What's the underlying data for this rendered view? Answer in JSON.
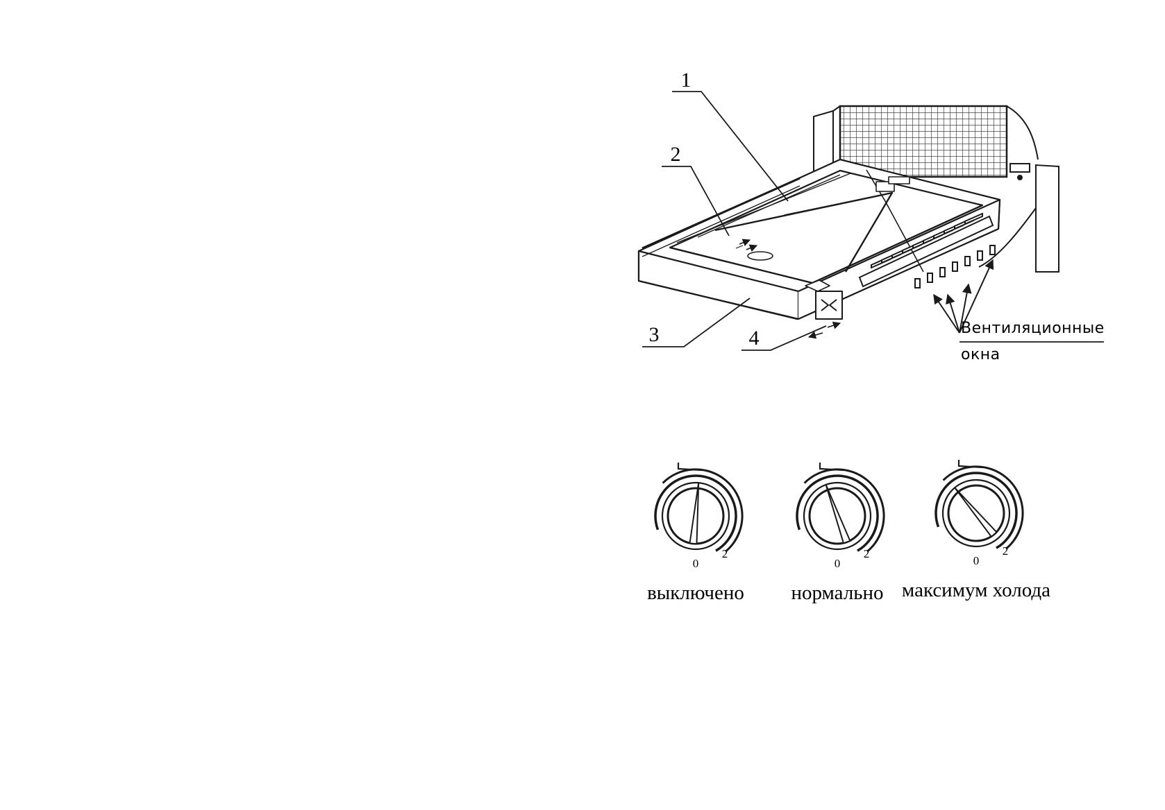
{
  "tray": {
    "callouts": [
      {
        "number": "1"
      },
      {
        "number": "2"
      },
      {
        "number": "3"
      },
      {
        "number": "4"
      }
    ],
    "vent_label_line1": "Вентиляционные",
    "vent_label_line2": "окна"
  },
  "dials": [
    {
      "caption": "выключено",
      "mark_low": "0",
      "mark_high": "2"
    },
    {
      "caption": "нормально",
      "mark_low": "0",
      "mark_high": "2"
    },
    {
      "caption": "максимум холода",
      "mark_low": "0",
      "mark_high": "2"
    }
  ],
  "colors": {
    "ink": "#1a1a1a",
    "paper": "#ffffff"
  }
}
